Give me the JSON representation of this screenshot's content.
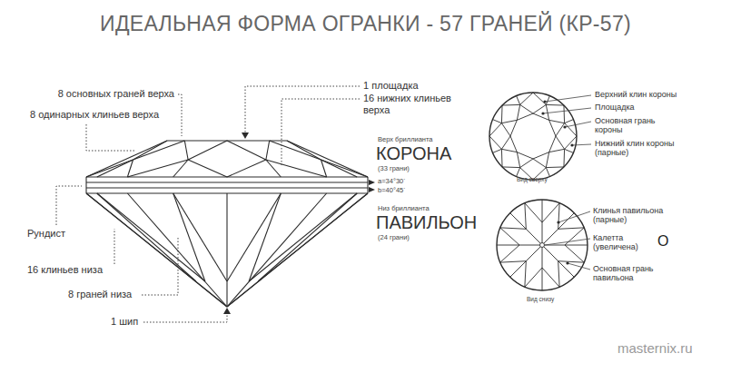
{
  "diagram": {
    "title": "ИДЕАЛЬНАЯ ФОРМА ОГРАНКИ - 57 ГРАНЕЙ (КР-57)",
    "labels": [
      "1 площадка",
      "16 нижних клиньев верха",
      "8 основных граней верха",
      "8 одинарных клиньев верха",
      "Верх бриллианта",
      "КОРОНА",
      "(33 грани)",
      "a=34°30´",
      "b=40°45´",
      "Низ бриллианта",
      "ПАВИЛЬОН",
      "(24 грани)",
      "Рундист",
      "16 клиньев низа",
      "8 граней низа",
      "1 шип",
      "Верхний клин короны",
      "Площадка",
      "Основная грань короны",
      "Нижний клин короны (парные)",
      "Вид сверху",
      "Клинья павильона (парные)",
      "Калетта (увеличена)",
      "O",
      "Основная грань павильона",
      "Вид снизу",
      "masternix.ru"
    ]
  }
}
